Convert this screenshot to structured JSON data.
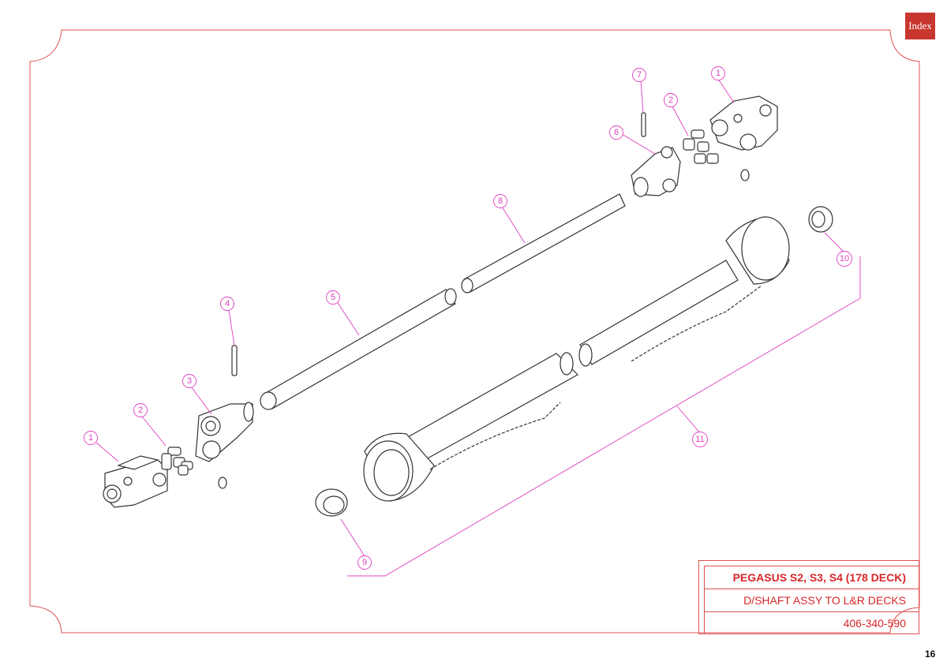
{
  "index_button": "Index",
  "title_block": {
    "model": "PEGASUS S2, S3, S4 (178 DECK)",
    "assembly": "D/SHAFT ASSY TO L&R DECKS",
    "part_number": "406-340-590"
  },
  "page_number": "16",
  "callouts": [
    "1",
    "2",
    "3",
    "4",
    "5",
    "7",
    "2",
    "1",
    "6",
    "8",
    "10",
    "11",
    "9"
  ],
  "colors": {
    "frame": "#e05050",
    "callout": "#e040c0",
    "index_bg": "#c8372f",
    "title_text": "#d8262a",
    "line_art": "#333333"
  }
}
